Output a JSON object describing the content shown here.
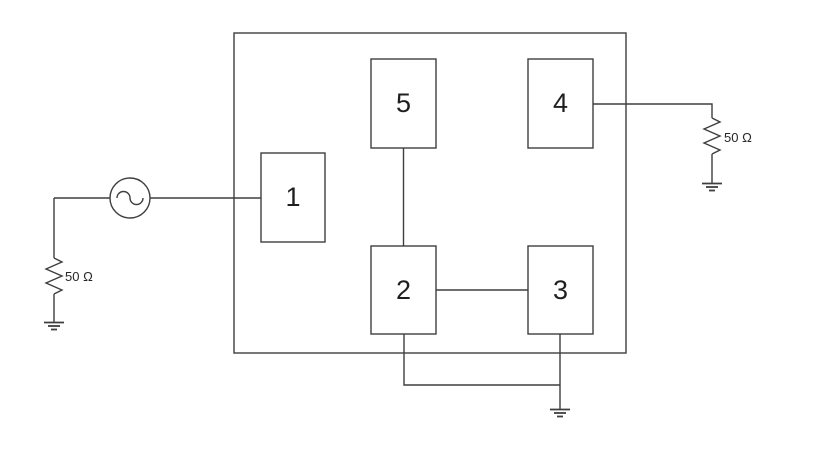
{
  "diagram": {
    "type": "circuit-block-diagram",
    "blocks": [
      {
        "label": "1"
      },
      {
        "label": "2"
      },
      {
        "label": "3"
      },
      {
        "label": "4"
      },
      {
        "label": "5"
      }
    ],
    "labels": {
      "source_resistor": "50 Ω",
      "load_resistor": "50 Ω"
    },
    "symbols": [
      "ac-source",
      "resistor-source",
      "resistor-load",
      "ground-source",
      "ground-load",
      "ground-bottom"
    ],
    "colors": {
      "line": "#3f3f3f",
      "text": "#1f1f1f",
      "background": "#ffffff"
    }
  }
}
